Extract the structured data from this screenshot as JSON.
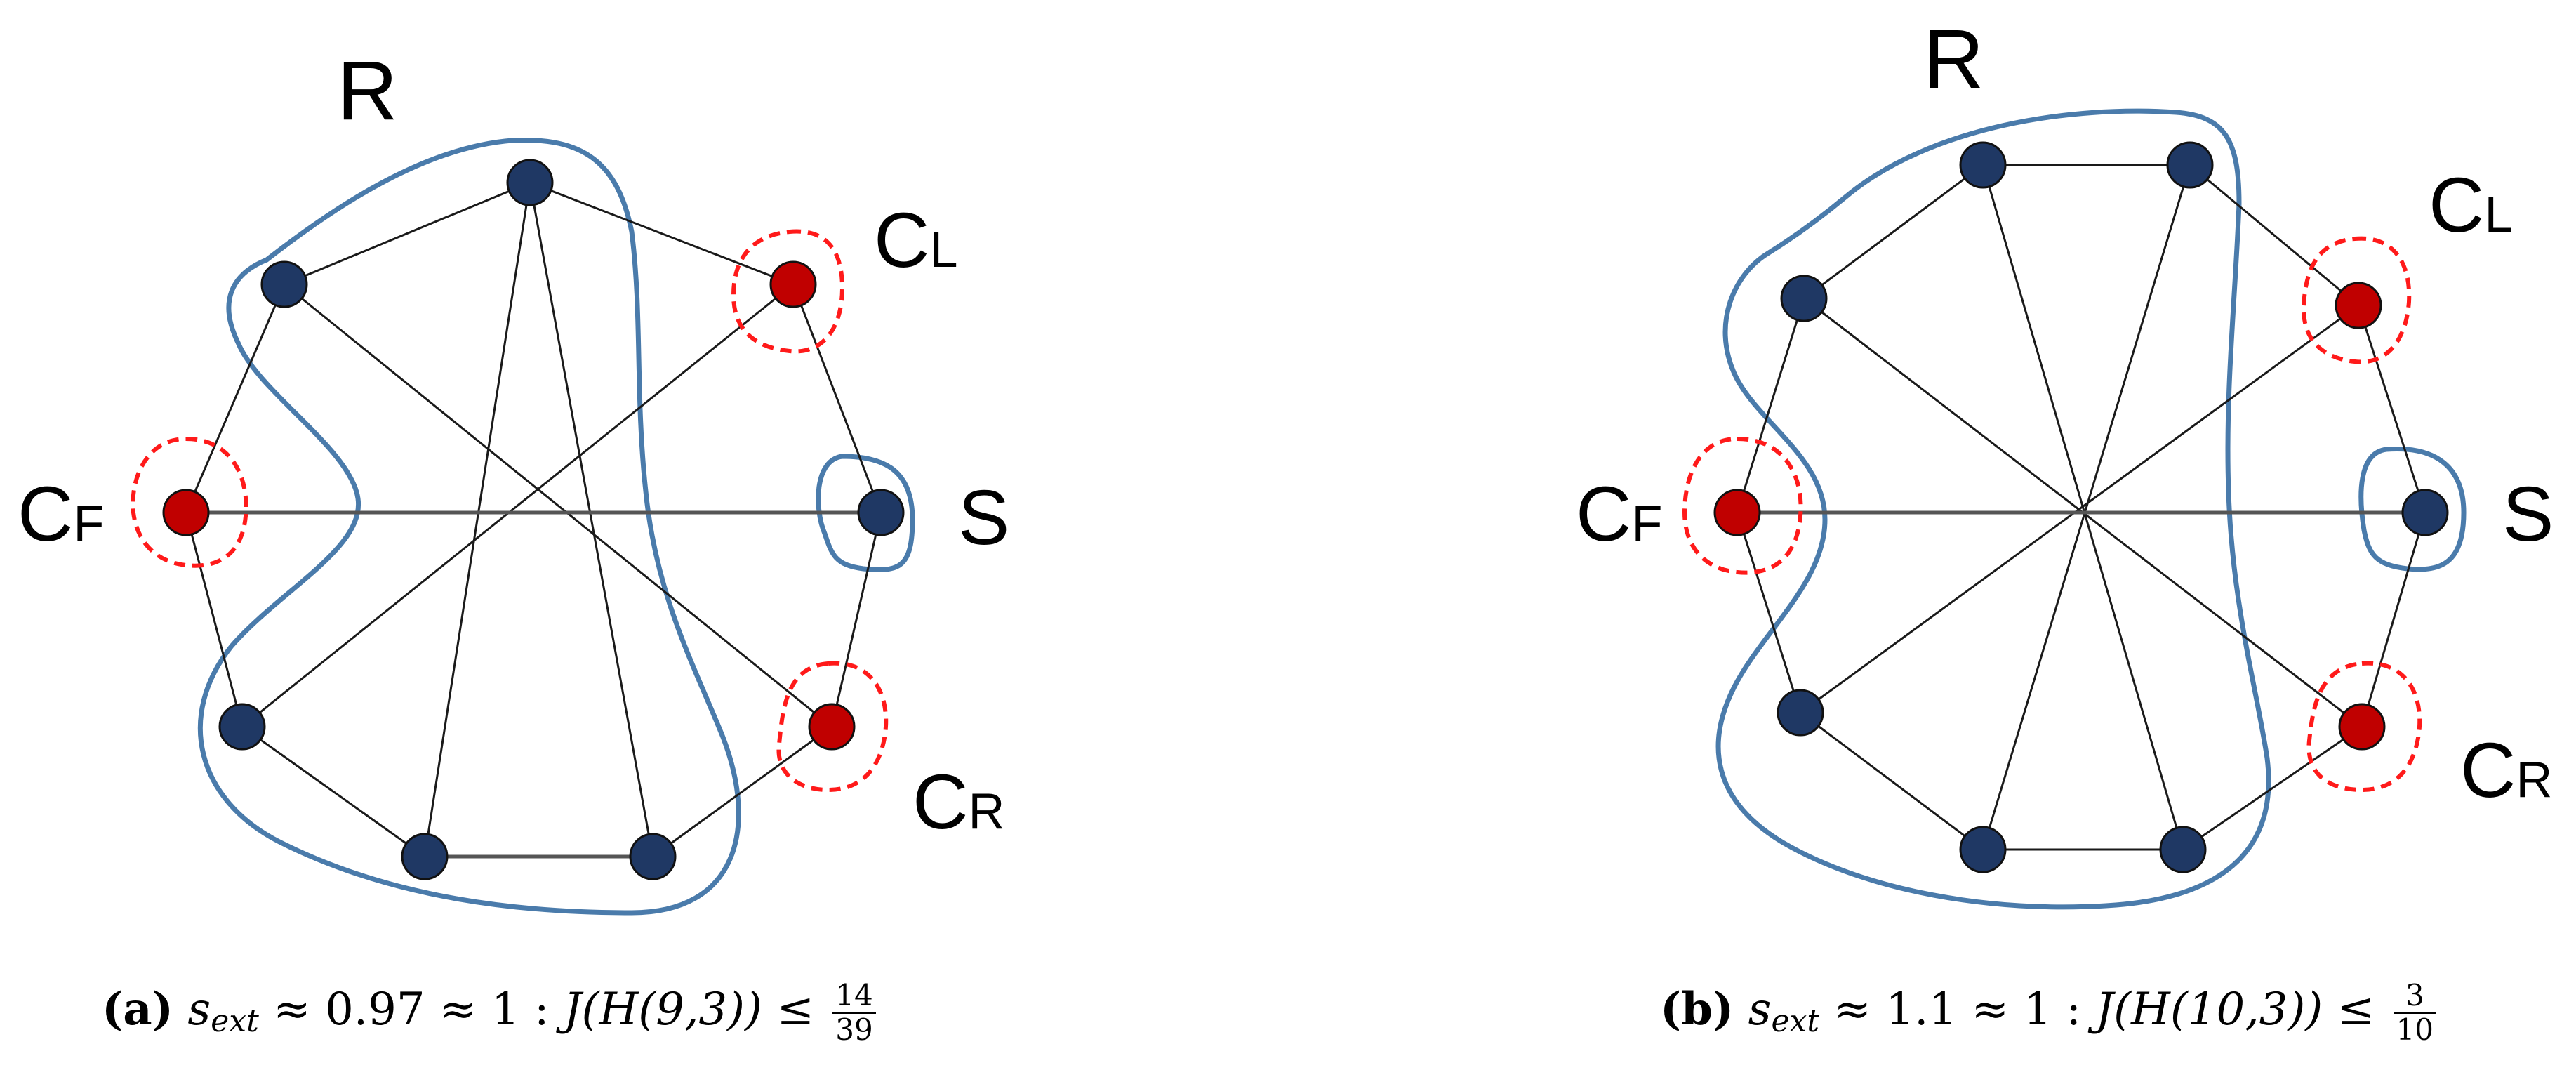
{
  "panels": [
    {
      "id": "a",
      "labels": {
        "R": "R",
        "CL_main": "C",
        "CL_sub": "L",
        "CF_main": "C",
        "CF_sub": "F",
        "CR_main": "C",
        "CR_sub": "R",
        "S": "S"
      },
      "caption": {
        "tag": "(a)",
        "s": "s",
        "sub": "ext",
        "approx": "≈ 0.97 ≈ 1 :",
        "expr": "J(H(9,3)) ≤",
        "frac_num": "14",
        "frac_den": "39"
      }
    },
    {
      "id": "b",
      "labels": {
        "R": "R",
        "CL_main": "C",
        "CL_sub": "L",
        "CF_main": "C",
        "CF_sub": "F",
        "CR_main": "C",
        "CR_sub": "R",
        "S": "S"
      },
      "caption": {
        "tag": "(b)",
        "s": "s",
        "sub": "ext",
        "approx": "≈ 1.1 ≈ 1 :",
        "expr": "J(H(10,3)) ≤",
        "frac_num": "3",
        "frac_den": "10"
      }
    }
  ],
  "colors": {
    "node_dark": "#1f3864",
    "node_red": "#c00000",
    "edge": "#1a1a1a",
    "region_blue": "#4a7bab",
    "dashed_red": "#ff1a1a"
  }
}
